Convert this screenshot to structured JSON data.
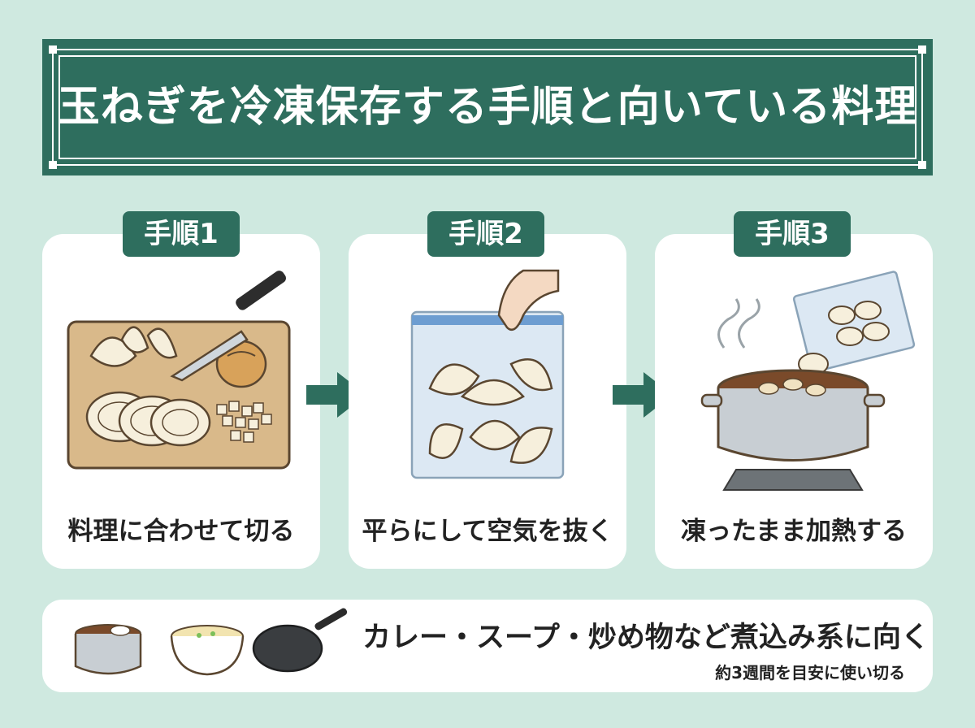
{
  "title": "玉ねぎを冷凍保存する手順と向いている料理",
  "steps": [
    {
      "label": "手順1",
      "caption": "料理に合わせて切る"
    },
    {
      "label": "手順2",
      "caption": "平らにして空気を抜く"
    },
    {
      "label": "手順3",
      "caption": "凍ったまま加熱する"
    }
  ],
  "bottom": {
    "main": "カレー・スープ・炒め物など煮込み系に向く",
    "sub": "約3週間を目安に使い切る"
  },
  "colors": {
    "background": "#cfe9e0",
    "accent": "#2e6e5e",
    "card": "#ffffff"
  },
  "icons": [
    "cutting-board-icon",
    "freezer-bag-icon",
    "pot-on-stove-icon",
    "curry-pot-icon",
    "soup-bowl-icon",
    "frying-pan-icon",
    "arrow-right-icon"
  ]
}
